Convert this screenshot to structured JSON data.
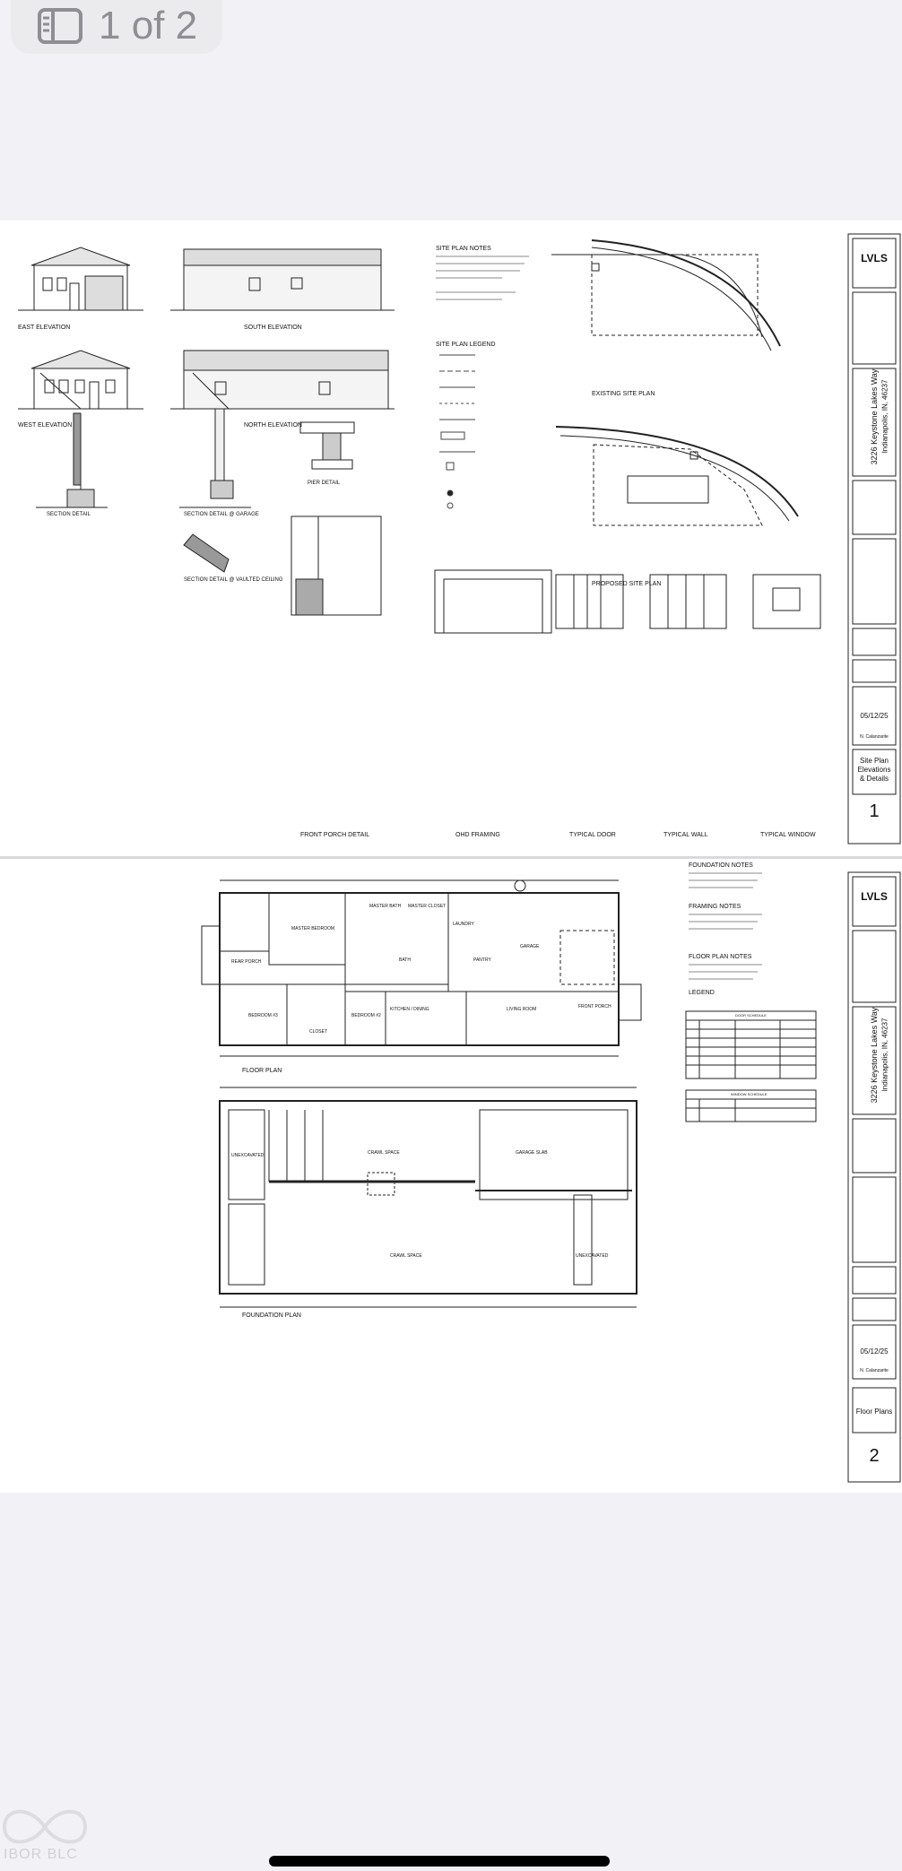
{
  "viewer": {
    "page_indicator": "1 of 2",
    "sidebar_icon": "sidebar-icon"
  },
  "sheet1": {
    "elevations": [
      "EAST ELEVATION",
      "SOUTH ELEVATION",
      "WEST ELEVATION",
      "NORTH ELEVATION"
    ],
    "notes": [
      "SITE PLAN NOTES",
      "SITE PLAN LEGEND"
    ],
    "plans": [
      "EXISTING SITE PLAN",
      "PROPOSED SITE PLAN"
    ],
    "details": [
      "SECTION DETAIL",
      "SECTION DETAIL @ GARAGE",
      "SECTION DETAIL @ VAULTED CEILING",
      "PIER DETAIL",
      "FRONT PORCH DETAIL",
      "OHD FRAMING",
      "TYPICAL DOOR",
      "TYPICAL WALL",
      "TYPICAL WINDOW"
    ],
    "title_block": {
      "logo": "LVLS",
      "address_line1": "3226 Keystone Lakes Way",
      "address_line2": "Indianapolis, IN, 46237",
      "date": "05/12/25",
      "drawn_by": "N. Calanzarite",
      "sheet_title": "Site Plan Elevations & Details",
      "sheet_number": "1"
    }
  },
  "sheet2": {
    "plans": [
      "FLOOR PLAN",
      "FOUNDATION PLAN"
    ],
    "notes": [
      "FOUNDATION NOTES",
      "FRAMING NOTES",
      "FLOOR PLAN NOTES",
      "LEGEND"
    ],
    "schedules": [
      "DOOR SCHEDULE",
      "WINDOW SCHEDULE"
    ],
    "rooms": [
      "MASTER BEDROOM",
      "MASTER BATH",
      "MASTER CLOSET",
      "LAUNDRY",
      "GARAGE",
      "BATH",
      "PANTRY",
      "KITCHEN / DINING",
      "LIVING ROOM",
      "BEDROOM #3",
      "BEDROOM #2",
      "CLOSET",
      "REAR PORCH",
      "FRONT PORCH"
    ],
    "foundation_labels": [
      "CRAWL SPACE",
      "GARAGE SLAB",
      "UNEXCAVATED",
      "CRAWL SPACE",
      "UNEXCAVATED"
    ],
    "title_block": {
      "logo": "LVLS",
      "address_line1": "3226 Keystone Lakes Way",
      "address_line2": "Indianapolis, IN, 46237",
      "date": "05/12/25",
      "drawn_by": "N. Calanzarite",
      "sheet_title": "Floor Plans",
      "sheet_number": "2"
    }
  },
  "watermark": {
    "text": "IBOR BLC"
  }
}
